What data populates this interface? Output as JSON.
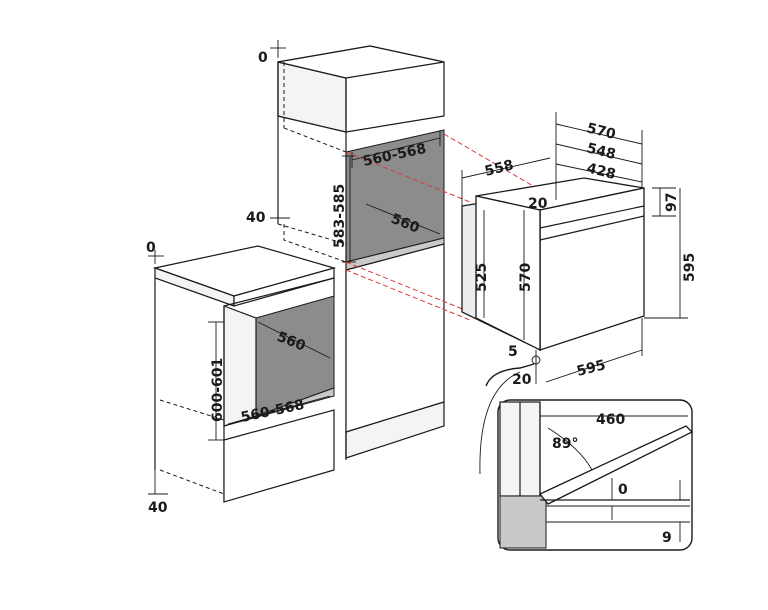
{
  "dims": {
    "col_top_zero": "0",
    "col_niche_width": "560-568",
    "col_niche_height": "583-585",
    "col_niche_depth": "560",
    "col_side_gap": "40",
    "base_top_zero": "0",
    "base_niche_depth": "560",
    "base_niche_height": "600-601",
    "base_niche_width": "560-568",
    "base_bottom_gap": "40",
    "oven_total_width": "570",
    "oven_body_depth": "548",
    "oven_inner_depth": "428",
    "oven_side_depth": "558",
    "oven_top_offset": "20",
    "oven_panel_height": "97",
    "oven_total_height": "595",
    "oven_body_height": "525",
    "oven_inner_height": "570",
    "oven_bottom_gap": "5",
    "oven_foot_depth": "20",
    "oven_front_width": "595",
    "door_clearance": "460",
    "door_angle": "89°",
    "door_gap_zero": "0",
    "door_bottom_offset": "9"
  }
}
